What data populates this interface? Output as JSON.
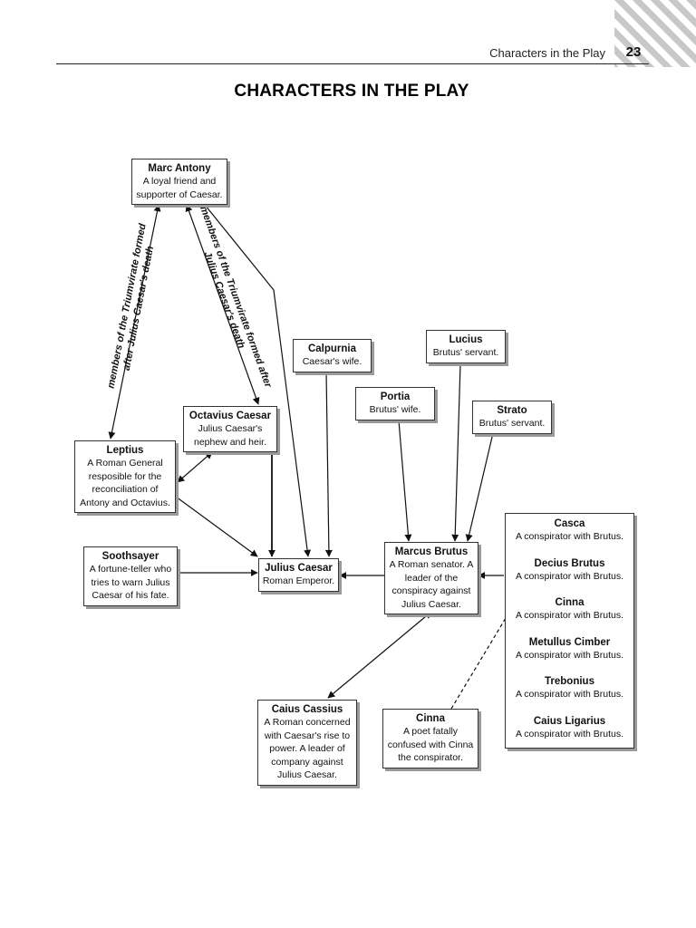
{
  "header": {
    "title": "Characters in the Play",
    "page_number": "23"
  },
  "page_title": "CHARACTERS IN THE PLAY",
  "nodes": {
    "marc_antony": {
      "name": "Marc Antony",
      "desc": "A loyal friend and supporter of Caesar."
    },
    "calpurnia": {
      "name": "Calpurnia",
      "desc": "Caesar's wife."
    },
    "lucius": {
      "name": "Lucius",
      "desc": "Brutus' servant."
    },
    "portia": {
      "name": "Portia",
      "desc": "Brutus' wife."
    },
    "strato": {
      "name": "Strato",
      "desc": "Brutus' servant."
    },
    "octavius_caesar": {
      "name": "Octavius Caesar",
      "desc": "Julius Caesar's nephew and heir."
    },
    "leptius": {
      "name": "Leptius",
      "desc": "A Roman General resposible for the reconciliation of Antony and Octavius."
    },
    "soothsayer": {
      "name": "Soothsayer",
      "desc": "A fortune-teller who tries to warn Julius Caesar of his fate."
    },
    "julius_caesar": {
      "name": "Julius Caesar",
      "desc": "Roman Emperor."
    },
    "marcus_brutus": {
      "name": "Marcus Brutus",
      "desc": "A Roman senator. A leader of the conspiracy against Julius Caesar."
    },
    "caius_cassius": {
      "name": "Caius Cassius",
      "desc": "A Roman concerned with Caesar's rise to power. A leader of company against Julius Caesar."
    },
    "cinna_poet": {
      "name": "Cinna",
      "desc": "A poet fatally confused with Cinna the conspirator."
    }
  },
  "conspirators": [
    {
      "name": "Casca",
      "desc": "A conspirator with Brutus."
    },
    {
      "name": "Decius Brutus",
      "desc": "A conspirator with Brutus."
    },
    {
      "name": "Cinna",
      "desc": "A conspirator with Brutus."
    },
    {
      "name": "Metullus Cimber",
      "desc": "A conspirator with Brutus."
    },
    {
      "name": "Trebonius",
      "desc": "A conspirator with Brutus."
    },
    {
      "name": "Caius Ligarius",
      "desc": "A conspirator with Brutus."
    }
  ],
  "edge_labels": {
    "triumvirate_left": {
      "line1": "members of the Triumvirate formed",
      "line2": "after Julius Caesar's death"
    },
    "triumvirate_right": {
      "line1": "members of the Triumvirate formed after",
      "line2": "Julius Caesar's death"
    }
  },
  "colors": {
    "ink": "#111111",
    "box_shadow": "#9a9a9a",
    "stripe": "#c8c8c8"
  }
}
